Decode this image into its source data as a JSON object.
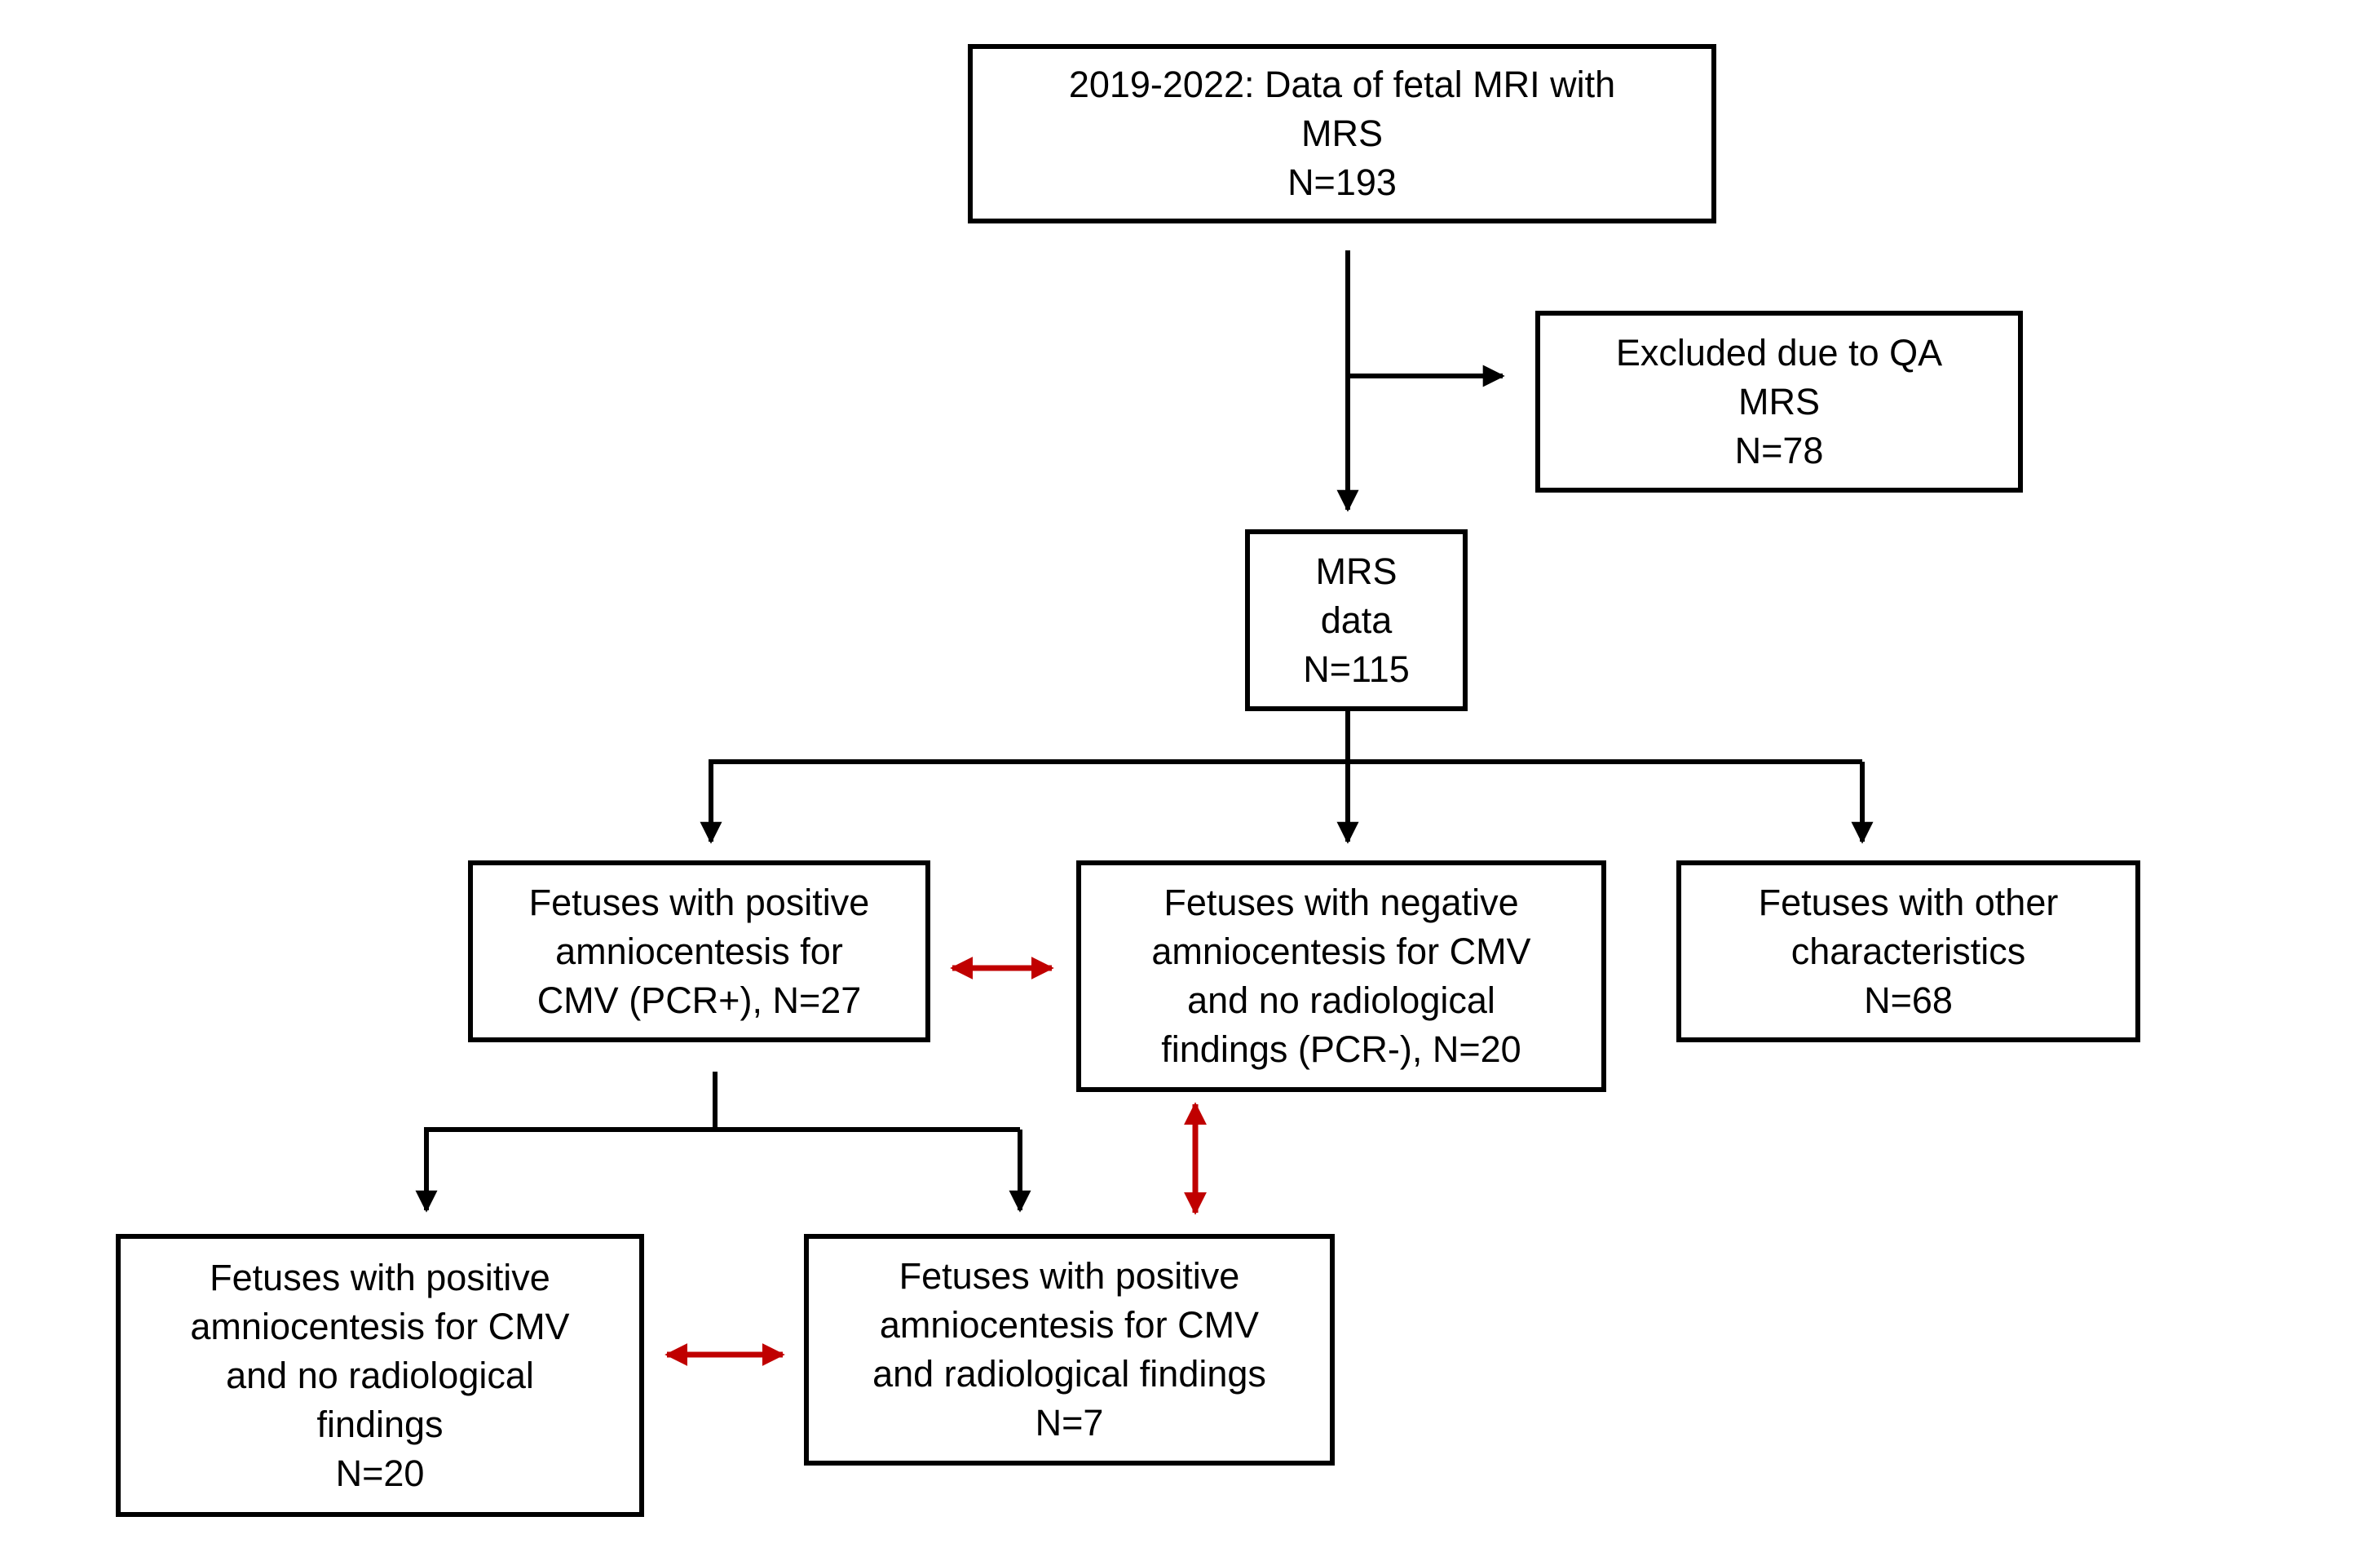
{
  "colors": {
    "line": "#000000",
    "comparison_arrow": "#c00000",
    "background": "#ffffff"
  },
  "boxes": {
    "source": {
      "lines": [
        "2019-2022: Data of fetal MRI with",
        "MRS",
        "N=193"
      ]
    },
    "excluded": {
      "lines": [
        "Excluded due to QA",
        "MRS",
        "N=78"
      ]
    },
    "mrs_data": {
      "lines": [
        "MRS",
        "data",
        "N=115"
      ]
    },
    "pcr_positive": {
      "lines": [
        "Fetuses with positive",
        "amniocentesis for",
        "CMV (PCR+), N=27"
      ]
    },
    "pcr_negative": {
      "lines": [
        "Fetuses with negative",
        "amniocentesis for CMV",
        "and no radiological",
        "findings (PCR-), N=20"
      ]
    },
    "other": {
      "lines": [
        "Fetuses with other",
        "characteristics",
        "N=68"
      ]
    },
    "pcr_pos_no_findings": {
      "lines": [
        "Fetuses with positive",
        "amniocentesis for CMV",
        "and no radiological",
        "findings",
        "N=20"
      ]
    },
    "pcr_pos_findings": {
      "lines": [
        "Fetuses with positive",
        "amniocentesis for CMV",
        "and radiological findings",
        "N=7"
      ]
    }
  }
}
